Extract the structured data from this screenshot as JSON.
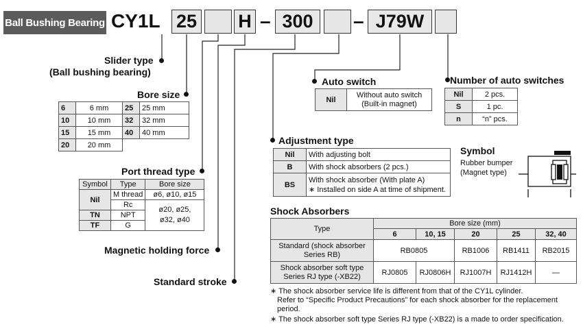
{
  "header": {
    "banner": "Ball Bushing Bearing",
    "model_prefix": "CY1L",
    "bore_code": "25",
    "port_code": "",
    "magnet_code": "H",
    "stroke_code": "300",
    "adjust_code": "",
    "switch_code": "J79W",
    "switch_count_code": "",
    "dash": "–"
  },
  "slider_type": {
    "title": "Slider type",
    "subtitle": "(Ball bushing bearing)"
  },
  "bore_size": {
    "title": "Bore size",
    "rows": [
      [
        "6",
        "6 mm",
        "25",
        "25 mm"
      ],
      [
        "10",
        "10 mm",
        "32",
        "32 mm"
      ],
      [
        "15",
        "15 mm",
        "40",
        "40 mm"
      ],
      [
        "20",
        "20 mm",
        "",
        ""
      ]
    ]
  },
  "port_thread": {
    "title": "Port thread type",
    "headers": [
      "Symbol",
      "Type",
      "Bore size"
    ],
    "nil_symbol": "Nil",
    "m_thread": "M thread",
    "m_sizes": "ø6, ø10, ø15",
    "rc": "Rc",
    "sizes_a": "ø20, ø25,",
    "sizes_b": "ø32, ø40",
    "tn": "TN",
    "npt": "NPT",
    "tf": "TF",
    "g": "G"
  },
  "magnetic_force": {
    "title": "Magnetic holding force"
  },
  "standard_stroke": {
    "title": "Standard stroke"
  },
  "auto_switch": {
    "title": "Auto switch",
    "symbol": "Nil",
    "desc_1": "Without auto switch",
    "desc_2": "(Built-in magnet)"
  },
  "num_switches": {
    "title": "Number of auto switches",
    "rows": [
      [
        "Nil",
        "2 pcs."
      ],
      [
        "S",
        "1 pc."
      ],
      [
        "n",
        "“n” pcs."
      ]
    ]
  },
  "adjustment": {
    "title": "Adjustment type",
    "nil": "Nil",
    "nil_desc": "With adjusting bolt",
    "b": "B",
    "b_desc": "With shock absorbers (2 pcs.)",
    "bs": "BS",
    "bs_desc_1": "With shock absorber (With plate A)",
    "bs_desc_2": "∗ Installed on side A at time of shipment."
  },
  "symbol": {
    "title": "Symbol",
    "line_1": "Rubber bumper",
    "line_2": "(Magnet type)"
  },
  "shock_absorbers": {
    "title": "Shock Absorbers",
    "type_header": "Type",
    "bore_header": "Bore size (mm)",
    "bore_cols": [
      "6",
      "10, 15",
      "20",
      "25",
      "32, 40"
    ],
    "std_label_1": "Standard (shock absorber",
    "std_label_2": "Series RB)",
    "std_6_15": "RB0805",
    "std_20": "RB1006",
    "std_25": "RB1411",
    "std_32_40": "RB2015",
    "soft_label_1": "Shock absorber soft type",
    "soft_label_2": "Series RJ type (-XB22)",
    "soft_6": "RJ0805",
    "soft_10_15": "RJ0806H",
    "soft_20": "RJ1007H",
    "soft_25": "RJ1412H",
    "soft_32_40": "—"
  },
  "notes": {
    "n1": "∗ The shock absorber service life is different from that of the CY1L cylinder.",
    "n1b": "Refer to “Specific Product Precautions” for each shock absorber for the replacement",
    "n1c": "period.",
    "n2": "∗ The shock absorber soft type Series RJ type (-XB22) is a made to order specification."
  }
}
